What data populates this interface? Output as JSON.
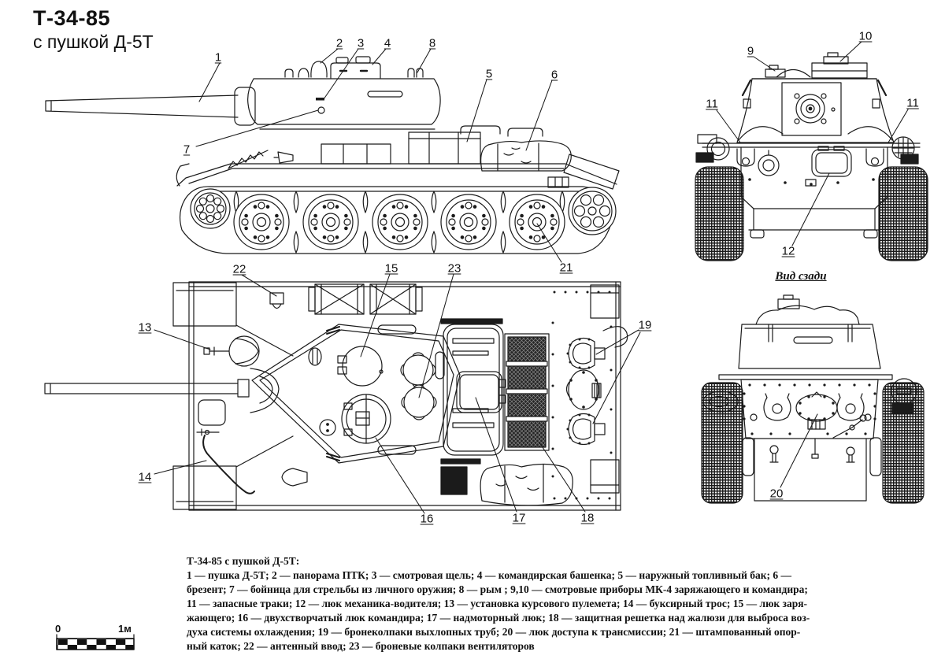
{
  "title": "Т-34-85",
  "subtitle": "с пушкой Д-5Т",
  "rear_view_caption": "Вид сзади",
  "scale_bar": {
    "start_label": "0",
    "end_label": "1м"
  },
  "callouts": {
    "c1": "1",
    "c2": "2",
    "c3": "3",
    "c4": "4",
    "c5": "5",
    "c6": "6",
    "c7": "7",
    "c8": "8",
    "c9": "9",
    "c10": "10",
    "c11a": "11",
    "c11b": "11",
    "c12": "12",
    "c13": "13",
    "c14": "14",
    "c15": "15",
    "c16": "16",
    "c17": "17",
    "c18": "18",
    "c19": "19",
    "c20": "20",
    "c21": "21",
    "c22": "22",
    "c23": "23"
  },
  "legend": {
    "heading": "Т-34-85 с пушкой Д-5Т:",
    "lines": [
      "1 — пушка Д-5Т; 2 — панорама ПТК; 3 — смотровая щель; 4 — командирская башенка; 5 — наружный топливный бак; 6 —",
      "брезент; 7 — бойница для стрельбы из личного оружия; 8 — рым ; 9,10 — смотровые приборы МК-4 заряжающего и командира;",
      "11 — запасные траки; 12 — люк механика-водителя; 13 — установка курсового пулемета; 14 — буксирный трос; 15 — люк заря-",
      "жающего; 16 — двухстворчатый люк командира; 17 — надмоторный люк; 18 — защитная решетка над жалюзи для выброса воз-",
      "духа системы охлаждения; 19 — бронеколпаки выхлопных труб; 20 — люк доступа к трансмиссии; 21 — штампованный опор-",
      "ный каток; 22 — антенный ввод; 23 — броневые колпаки вентиляторов"
    ]
  }
}
